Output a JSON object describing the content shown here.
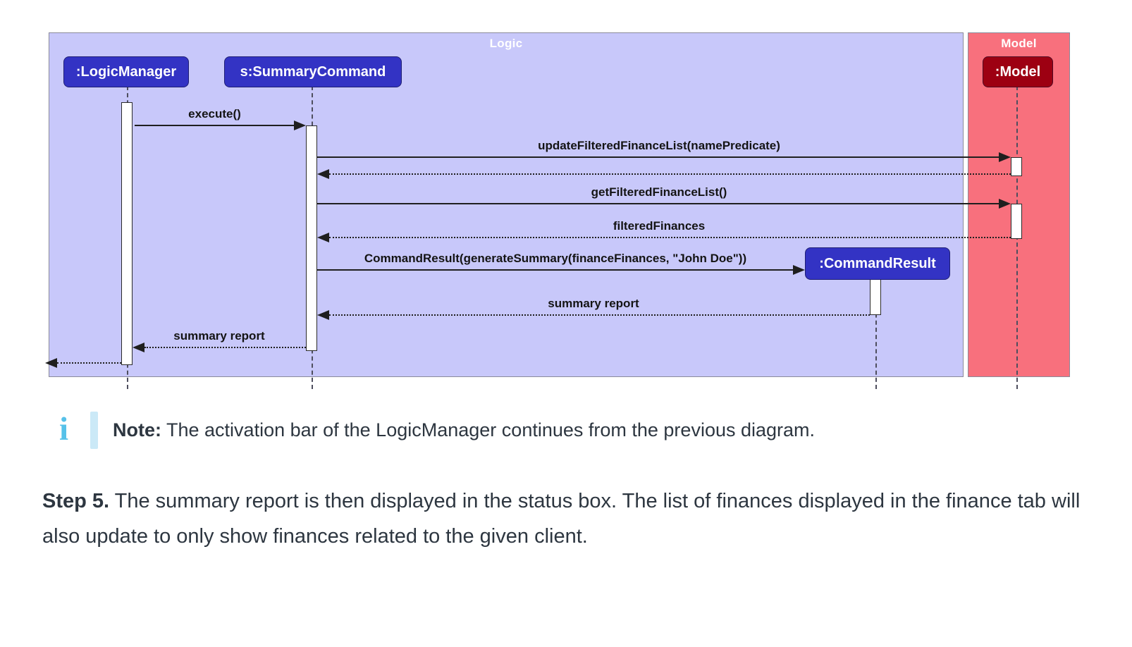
{
  "colors": {
    "logic-box": "#3333C4",
    "model-box": "#9D0012",
    "logic-frame-bg": "#C8C8FA",
    "model-frame-bg": "#F8707D",
    "note-icon": "#56C1E9",
    "note-bar": "#CBE9F7",
    "body-text": "#2D3640"
  },
  "diagram": {
    "frames": {
      "logic": "Logic",
      "model": "Model"
    },
    "participants": {
      "logic_manager": ":LogicManager",
      "summary_command": "s:SummaryCommand",
      "model": ":Model",
      "command_result": ":CommandResult"
    },
    "messages": {
      "execute": "execute()",
      "update_filtered": "updateFilteredFinanceList(namePredicate)",
      "get_filtered": "getFilteredFinanceList()",
      "filtered_finances": "filteredFinances",
      "create_command_result": "CommandResult(generateSummary(financeFinances, \"John Doe\"))",
      "summary_report_from_command_result": "summary report",
      "summary_report_to_logic_manager": "summary report"
    }
  },
  "note": {
    "label": "Note:",
    "text": "The activation bar of the LogicManager continues from the previous diagram."
  },
  "step": {
    "label": "Step 5.",
    "text": "The summary report is then displayed in the status box. The list of finances displayed in the finance tab will also update to only show finances related to the given client."
  }
}
